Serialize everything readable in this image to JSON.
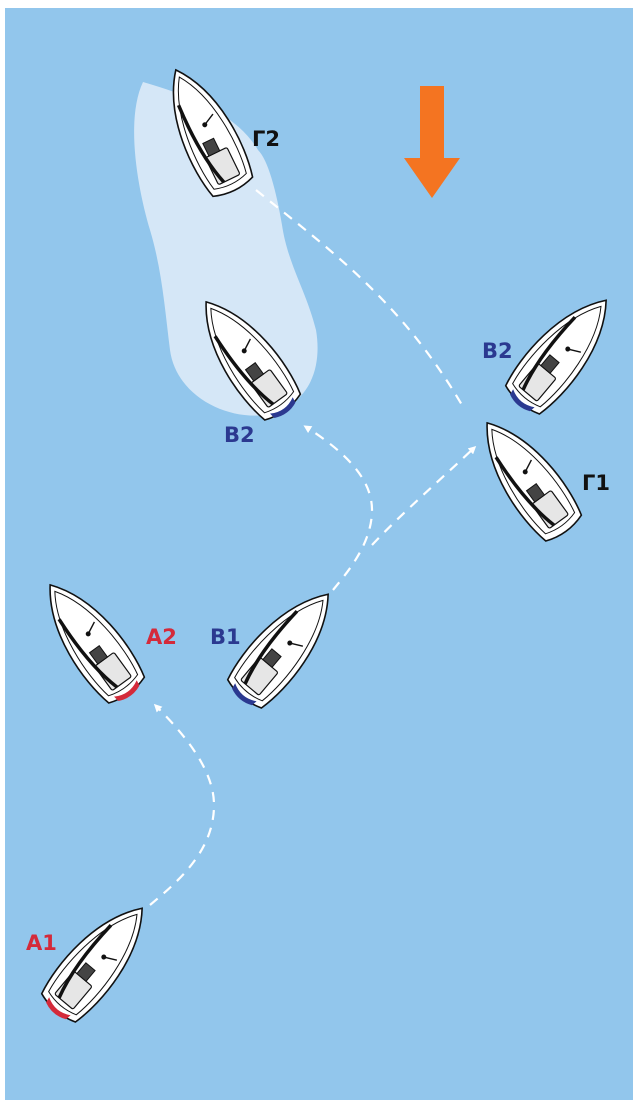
{
  "colors": {
    "water": "#92c6ec",
    "sail_shadow": "#d5e7f7",
    "hull_fill": "#ffffff",
    "outline": "#111111",
    "cockpit": "#e6e6e6",
    "wind_arrow": "#f47421",
    "team_a": "#d42a3a",
    "team_b": "#2b3990",
    "team_g": "#111111",
    "track": "#ffffff"
  },
  "wind": {
    "icon": "wind-direction-arrow-icon",
    "direction": "down"
  },
  "boats": [
    {
      "id": "A1",
      "label": "A1",
      "team": "a"
    },
    {
      "id": "A2",
      "label": "A2",
      "team": "a"
    },
    {
      "id": "B1",
      "label": "B1",
      "team": "b"
    },
    {
      "id": "B2_left",
      "label": "B2",
      "team": "b"
    },
    {
      "id": "B2_right",
      "label": "B2",
      "team": "b"
    },
    {
      "id": "G1",
      "label": "Γ1",
      "team": "g"
    },
    {
      "id": "G2",
      "label": "Γ2",
      "team": "g"
    }
  ]
}
